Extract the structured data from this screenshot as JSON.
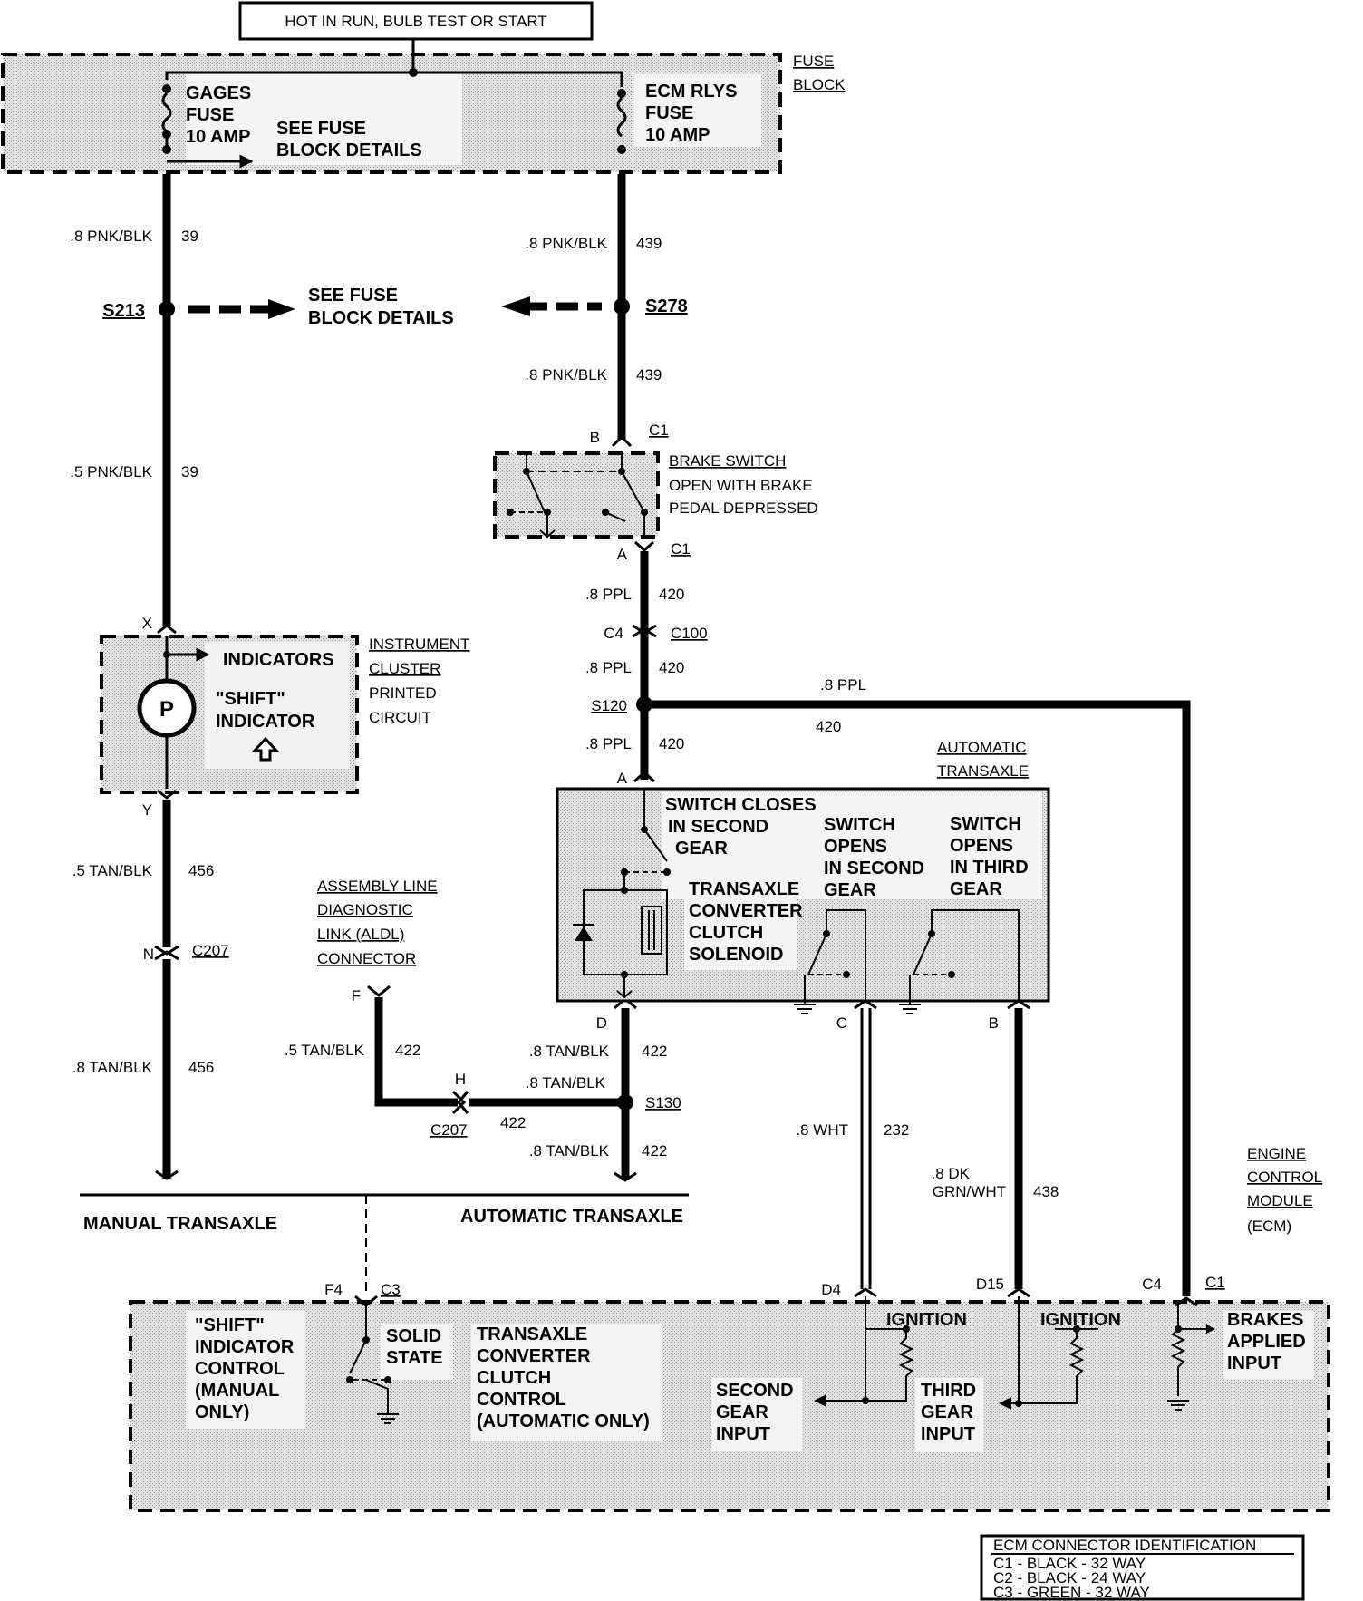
{
  "power": {
    "label": "HOT IN RUN, BULB TEST OR START"
  },
  "fuse_block": {
    "label_1": "FUSE",
    "label_2": "BLOCK",
    "gages_fuse": [
      "GAGES",
      "FUSE",
      "10 AMP"
    ],
    "see_details": [
      "SEE FUSE",
      "BLOCK DETAILS"
    ],
    "ecm_fuse": [
      "ECM RLYS",
      "FUSE",
      "10 AMP"
    ]
  },
  "wires": {
    "w39_top": {
      "gauge": ".8 PNK/BLK",
      "circuit": "39"
    },
    "w39_bot": {
      "gauge": ".5 PNK/BLK",
      "circuit": "39"
    },
    "w439_top": {
      "gauge": ".8 PNK/BLK",
      "circuit": "439"
    },
    "w439_bot": {
      "gauge": ".8 PNK/BLK",
      "circuit": "439"
    },
    "w420_a": {
      "gauge": ".8 PPL",
      "circuit": "420"
    },
    "w420_b": {
      "gauge": ".8 PPL",
      "circuit": "420"
    },
    "w420_c": {
      "gauge": ".8 PPL",
      "circuit": "420"
    },
    "w420_h": {
      "gauge": ".8 PPL",
      "circuit": "420"
    },
    "w456_top": {
      "gauge": ".5 TAN/BLK",
      "circuit": "456"
    },
    "w456_bot": {
      "gauge": ".8 TAN/BLK",
      "circuit": "456"
    },
    "w422_aldl": {
      "gauge": ".5 TAN/BLK",
      "circuit": "422"
    },
    "w422_top": {
      "gauge": ".8 TAN/BLK",
      "circuit": "422"
    },
    "w422_h": {
      "gauge": ".8 TAN/BLK",
      "circuit": "422"
    },
    "w422_bot": {
      "gauge": ".8 TAN/BLK",
      "circuit": "422"
    },
    "w232": {
      "gauge": ".8 WHT",
      "circuit": "232"
    },
    "w438": {
      "gauge_1": ".8 DK",
      "gauge_2": "GRN/WHT",
      "circuit": "438"
    }
  },
  "splices": {
    "s213": "S213",
    "s213_details": [
      "SEE FUSE",
      "BLOCK DETAILS"
    ],
    "s278": "S278",
    "s120": "S120",
    "s130": "S130"
  },
  "brake_switch": {
    "pin_b": "B",
    "conn_top": "C1",
    "title": "BRAKE SWITCH",
    "desc_1": "OPEN WITH BRAKE",
    "desc_2": "PEDAL DEPRESSED",
    "pin_a": "A",
    "conn_bot": "C1"
  },
  "c100": {
    "pin": "C4",
    "label": "C100"
  },
  "cluster": {
    "pin_x": "X",
    "pin_y": "Y",
    "indicators": "INDICATORS",
    "shift_1": "\"SHIFT\"",
    "shift_2": "INDICATOR",
    "lamp_letter": "P",
    "label": [
      "INSTRUMENT",
      "CLUSTER",
      "PRINTED",
      "CIRCUIT"
    ]
  },
  "c207_manual": {
    "pin": "N",
    "label": "C207"
  },
  "aldl": {
    "label": [
      "ASSEMBLY LINE",
      "DIAGNOSTIC",
      "LINK (ALDL)",
      "CONNECTOR"
    ],
    "pin_f": "F",
    "pin_h": "H",
    "conn": "C207"
  },
  "transaxle": {
    "label_1": "AUTOMATIC",
    "label_2": "TRANSAXLE",
    "pin_a": "A",
    "switch_closes": [
      "SWITCH CLOSES",
      "IN SECOND",
      "GEAR"
    ],
    "solenoid": [
      "TRANSAXLE",
      "CONVERTER",
      "CLUTCH",
      "SOLENOID"
    ],
    "sw_second": [
      "SWITCH",
      "OPENS",
      "IN SECOND",
      "GEAR"
    ],
    "sw_third": [
      "SWITCH",
      "OPENS",
      "IN THIRD",
      "GEAR"
    ],
    "pin_d": "D",
    "pin_c": "C",
    "pin_b": "B"
  },
  "divider": {
    "manual": "MANUAL TRANSAXLE",
    "automatic": "AUTOMATIC TRANSAXLE"
  },
  "ecm": {
    "label": [
      "ENGINE",
      "CONTROL",
      "MODULE",
      "(ECM)"
    ],
    "pin_f4": "F4",
    "conn_c3": "C3",
    "pin_d4": "D4",
    "pin_d15": "D15",
    "pin_c4": "C4",
    "conn_c1": "C1",
    "shift_control": [
      "\"SHIFT\"",
      "INDICATOR",
      "CONTROL",
      "(MANUAL",
      "ONLY)"
    ],
    "solid_state": [
      "SOLID",
      "STATE"
    ],
    "tcc_control": [
      "TRANSAXLE",
      "CONVERTER",
      "CLUTCH",
      "CONTROL",
      "(AUTOMATIC ONLY)"
    ],
    "ignition_1": "IGNITION",
    "ignition_2": "IGNITION",
    "second_gear": [
      "SECOND",
      "GEAR",
      "INPUT"
    ],
    "third_gear": [
      "THIRD",
      "GEAR",
      "INPUT"
    ],
    "brakes": [
      "BRAKES",
      "APPLIED",
      "INPUT"
    ]
  },
  "connector_id": {
    "title": "ECM CONNECTOR IDENTIFICATION",
    "rows": [
      "C1 - BLACK - 32 WAY",
      "C2 - BLACK - 24 WAY",
      "C3 - GREEN - 32 WAY"
    ]
  }
}
